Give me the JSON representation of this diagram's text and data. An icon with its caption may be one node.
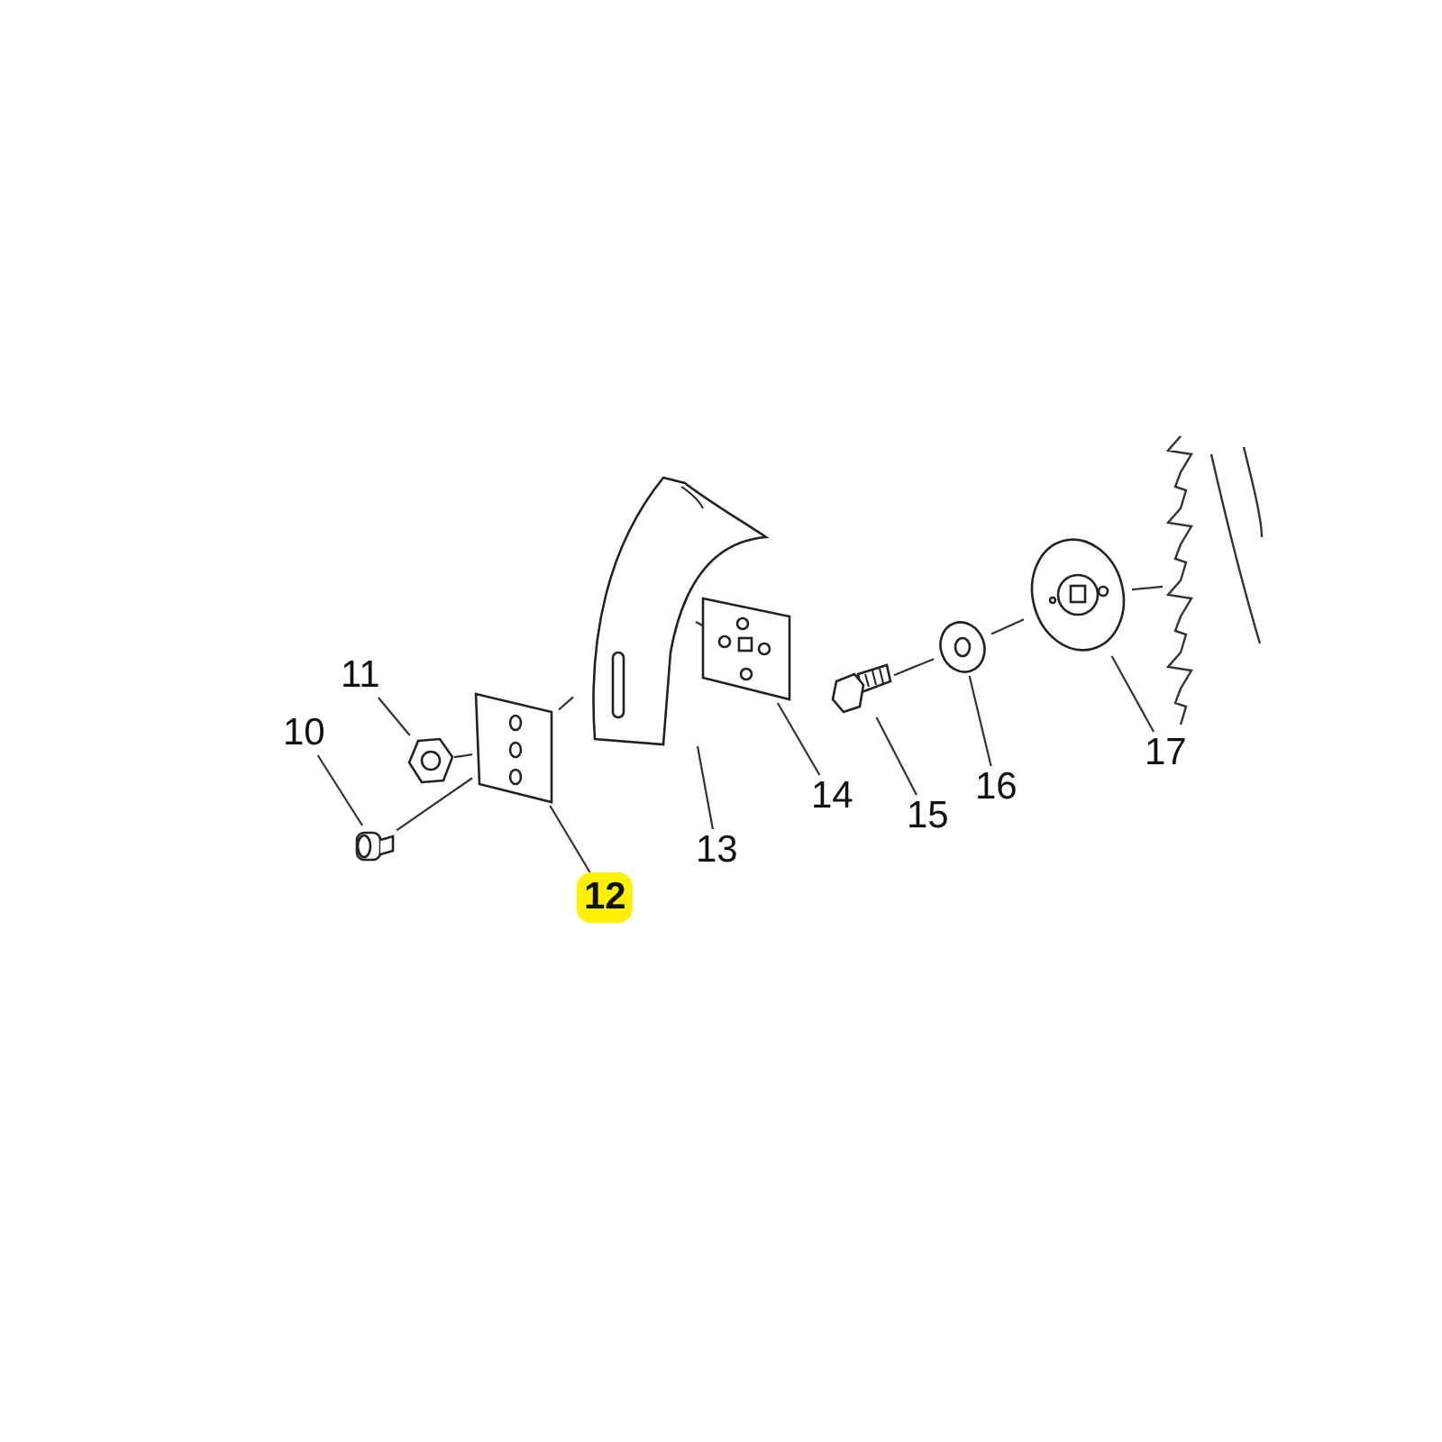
{
  "diagram": {
    "nodes": [
      {
        "text": [
          "10"
        ]
      },
      {
        "text": [
          "11"
        ]
      },
      {
        "text": [
          "12"
        ]
      },
      {
        "text": [
          "13"
        ]
      },
      {
        "text": [
          "14"
        ]
      },
      {
        "text": [
          "15"
        ]
      },
      {
        "text": [
          "16"
        ]
      },
      {
        "text": [
          "17"
        ]
      },
      {
        "text": [],
        "shape": "picture"
      },
      {
        "text": [],
        "shape": "picture"
      },
      {
        "text": [],
        "shape": "picture"
      },
      {
        "text": [],
        "shape": "picture"
      },
      {
        "text": [],
        "shape": "picture"
      },
      {
        "text": [],
        "shape": "picture"
      },
      {
        "text": [],
        "shape": "picture"
      },
      {
        "text": [],
        "shape": "picture"
      },
      {
        "text": [],
        "shape": "picture"
      }
    ],
    "edges": [
      {
        "from": 0,
        "to": 8,
        "arrow": "none"
      },
      {
        "from": 1,
        "to": 9,
        "arrow": "none"
      },
      {
        "from": 2,
        "to": 10,
        "arrow": "none"
      },
      {
        "from": 3,
        "to": 11,
        "arrow": "none"
      },
      {
        "from": 4,
        "to": 12,
        "arrow": "none"
      },
      {
        "from": 5,
        "to": 13,
        "arrow": "none"
      },
      {
        "from": 6,
        "to": 14,
        "arrow": "none"
      },
      {
        "from": 7,
        "to": 15,
        "arrow": "none"
      },
      {
        "from": 8,
        "to": 10,
        "arrow": "none"
      },
      {
        "from": 9,
        "to": 10,
        "arrow": "none"
      },
      {
        "from": 10,
        "to": 11,
        "arrow": "none"
      },
      {
        "from": 11,
        "to": 12,
        "arrow": "none"
      },
      {
        "from": 13,
        "to": 14,
        "arrow": "none"
      },
      {
        "from": 14,
        "to": 15,
        "arrow": "none"
      },
      {
        "from": 15,
        "to": 16,
        "arrow": "none"
      }
    ]
  }
}
